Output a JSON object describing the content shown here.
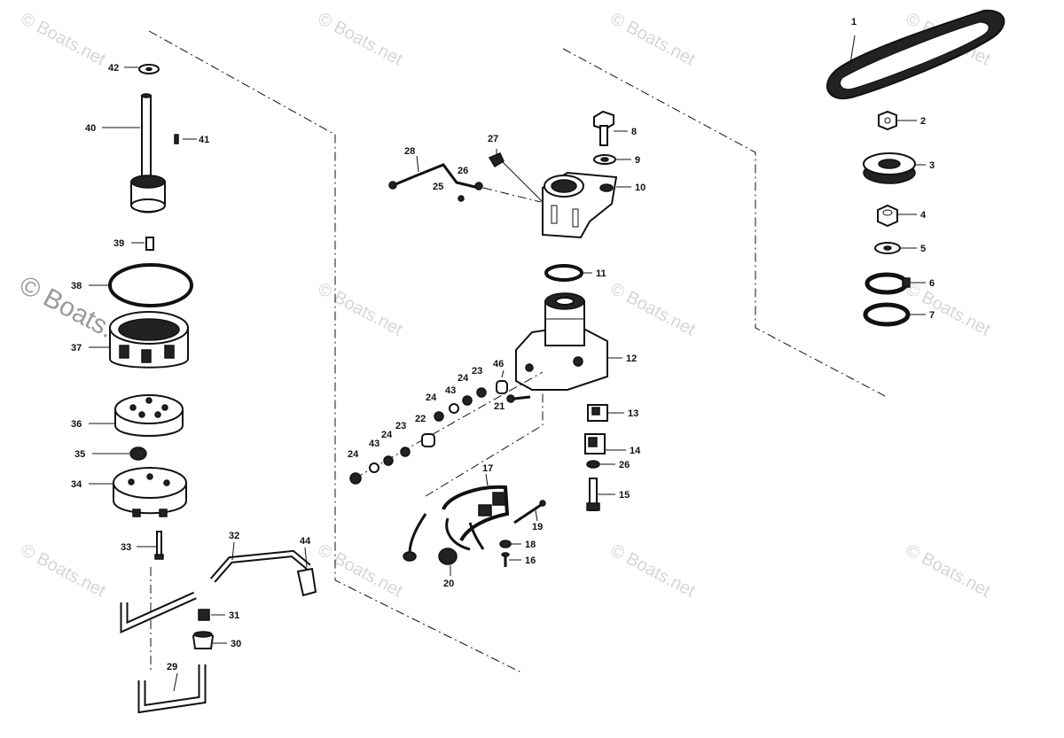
{
  "watermark": {
    "text": "Boats.net",
    "copyright_mark": "©",
    "logo_text": "© Boats.net"
  },
  "labels": [
    "1",
    "2",
    "3",
    "4",
    "5",
    "6",
    "7",
    "8",
    "9",
    "10",
    "11",
    "12",
    "13",
    "14",
    "26",
    "15",
    "16",
    "17",
    "18",
    "19",
    "20",
    "21",
    "22",
    "23",
    "24",
    "43",
    "23",
    "24",
    "24",
    "43",
    "24",
    "46",
    "25",
    "26",
    "27",
    "28",
    "29",
    "30",
    "31",
    "32",
    "33",
    "34",
    "35",
    "36",
    "37",
    "38",
    "39",
    "40",
    "41",
    "42",
    "44"
  ]
}
